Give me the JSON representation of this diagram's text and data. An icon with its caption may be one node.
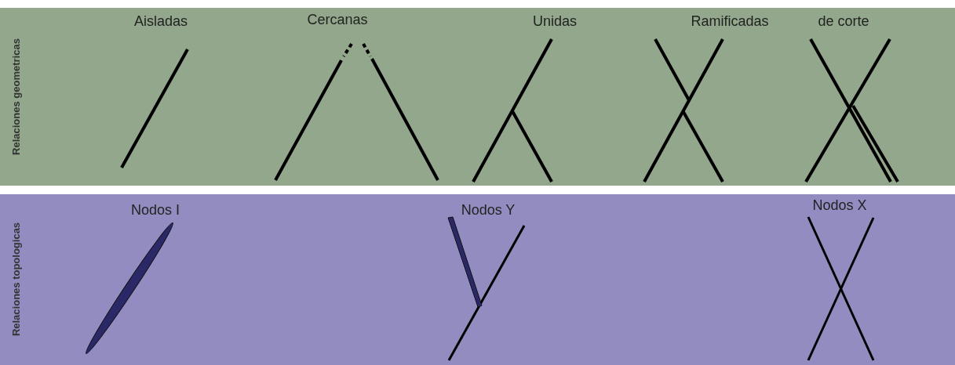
{
  "diagram": {
    "nodes": [
      {
        "text": [
          "Relaciones geometricas"
        ]
      },
      {
        "text": [
          "Relaciones topologicas"
        ]
      }
    ],
    "labels": [
      "Aisladas",
      "Cercanas",
      "Unidas",
      "Ramificadas",
      "de corte",
      "Nodos I",
      "Nodos Y",
      "Nodos X"
    ]
  }
}
